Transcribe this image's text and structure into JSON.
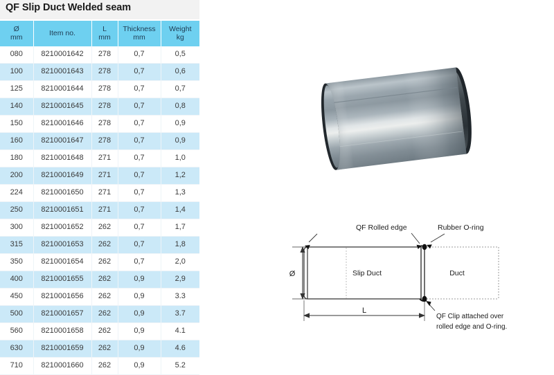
{
  "page": {
    "title": "QF Slip Duct Welded seam"
  },
  "table": {
    "columns": [
      {
        "name": "Ø",
        "unit": "mm"
      },
      {
        "name": "Item no.",
        "unit": ""
      },
      {
        "name": "L",
        "unit": "mm"
      },
      {
        "name": "Thickness",
        "unit": "mm"
      },
      {
        "name": "Weight",
        "unit": "kg"
      }
    ],
    "rows": [
      {
        "diameter": "080",
        "item_no": "8210001642",
        "length": "278",
        "thickness": "0,7",
        "weight": "0,5"
      },
      {
        "diameter": "100",
        "item_no": "8210001643",
        "length": "278",
        "thickness": "0,7",
        "weight": "0,6"
      },
      {
        "diameter": "125",
        "item_no": "8210001644",
        "length": "278",
        "thickness": "0,7",
        "weight": "0,7"
      },
      {
        "diameter": "140",
        "item_no": "8210001645",
        "length": "278",
        "thickness": "0,7",
        "weight": "0,8"
      },
      {
        "diameter": "150",
        "item_no": "8210001646",
        "length": "278",
        "thickness": "0,7",
        "weight": "0,9"
      },
      {
        "diameter": "160",
        "item_no": "8210001647",
        "length": "278",
        "thickness": "0,7",
        "weight": "0,9"
      },
      {
        "diameter": "180",
        "item_no": "8210001648",
        "length": "271",
        "thickness": "0,7",
        "weight": "1,0"
      },
      {
        "diameter": "200",
        "item_no": "8210001649",
        "length": "271",
        "thickness": "0,7",
        "weight": "1,2"
      },
      {
        "diameter": "224",
        "item_no": "8210001650",
        "length": "271",
        "thickness": "0,7",
        "weight": "1,3"
      },
      {
        "diameter": "250",
        "item_no": "8210001651",
        "length": "271",
        "thickness": "0,7",
        "weight": "1,4"
      },
      {
        "diameter": "300",
        "item_no": "8210001652",
        "length": "262",
        "thickness": "0,7",
        "weight": "1,7"
      },
      {
        "diameter": "315",
        "item_no": "8210001653",
        "length": "262",
        "thickness": "0,7",
        "weight": "1,8"
      },
      {
        "diameter": "350",
        "item_no": "8210001654",
        "length": "262",
        "thickness": "0,7",
        "weight": "2,0"
      },
      {
        "diameter": "400",
        "item_no": "8210001655",
        "length": "262",
        "thickness": "0,9",
        "weight": "2,9"
      },
      {
        "diameter": "450",
        "item_no": "8210001656",
        "length": "262",
        "thickness": "0,9",
        "weight": "3.3"
      },
      {
        "diameter": "500",
        "item_no": "8210001657",
        "length": "262",
        "thickness": "0,9",
        "weight": "3.7"
      },
      {
        "diameter": "560",
        "item_no": "8210001658",
        "length": "262",
        "thickness": "0,9",
        "weight": "4.1"
      },
      {
        "diameter": "630",
        "item_no": "8210001659",
        "length": "262",
        "thickness": "0,9",
        "weight": "4.6"
      },
      {
        "diameter": "710",
        "item_no": "8210001660",
        "length": "262",
        "thickness": "0,9",
        "weight": "5.2"
      }
    ]
  },
  "photo": {
    "alt": "galvanised steel slip duct cylinder with rubber o-rings at both ends"
  },
  "diagram": {
    "label_rolled_edge": "QF Rolled edge",
    "label_oring": "Rubber O-ring",
    "label_slip_duct": "Slip Duct",
    "label_duct": "Duct",
    "label_clip_line1": "QF Clip attached over",
    "label_clip_line2": "rolled edge and O-ring.",
    "dim_diameter": "Ø",
    "dim_length": "L"
  },
  "colors": {
    "header_blue": "#6ed0f0",
    "row_blue": "#cbe9f8",
    "title_band": "#f2f2f2",
    "text_dark": "#1a1a1a"
  }
}
